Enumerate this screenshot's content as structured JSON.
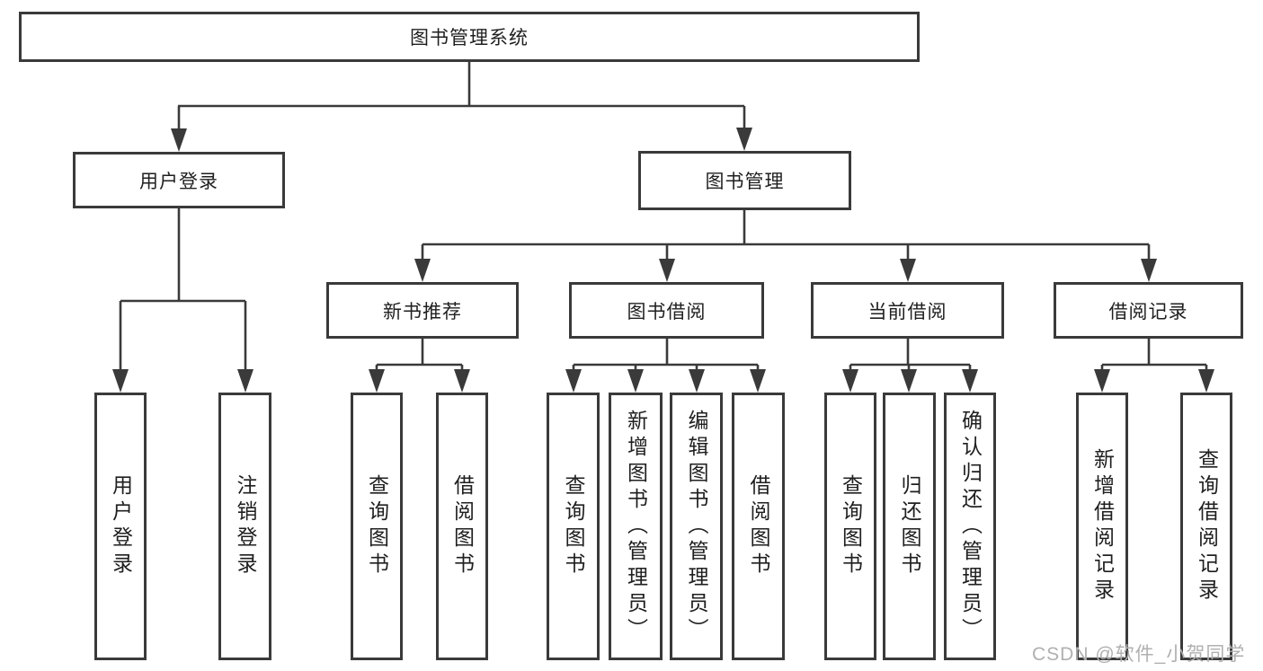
{
  "colors": {
    "line": "#3a3a3a",
    "text": "#1f1f1f",
    "background": "#ffffff",
    "watermark": "#b0b0b0"
  },
  "tree": {
    "root": "图书管理系统",
    "branches": [
      {
        "label": "用户登录",
        "children": [
          "用户登录",
          "注销登录"
        ]
      },
      {
        "label": "图书管理",
        "groups": [
          {
            "label": "新书推荐",
            "children": [
              "查询图书",
              "借阅图书"
            ]
          },
          {
            "label": "图书借阅",
            "children": [
              "查询图书",
              "新增图书（管理员）",
              "编辑图书（管理员）",
              "借阅图书"
            ]
          },
          {
            "label": "当前借阅",
            "children": [
              "查询图书",
              "归还图书",
              "确认归还（管理员）"
            ]
          },
          {
            "label": "借阅记录",
            "children": [
              "新增借阅记录",
              "查询借阅记录"
            ]
          }
        ]
      }
    ]
  },
  "watermark": "CSDN @软件_小贺同学"
}
